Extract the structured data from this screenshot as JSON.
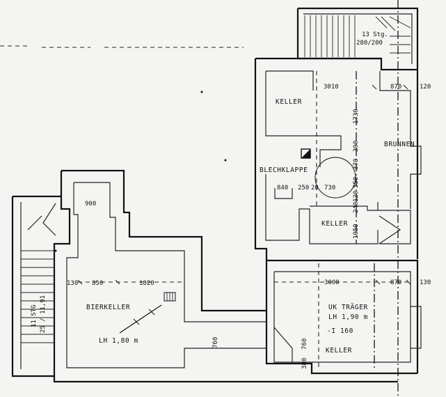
{
  "labels": {
    "keller_top": "KELLER",
    "brunnen": "BRUNNEN",
    "blechklappe": "BLECHKLAPPE",
    "keller_mid": "KELLER",
    "bierkeller": "BIERKELLER",
    "lh_bier": "LH   1,80 m",
    "uk_trager": "UK TRÄGER",
    "lh_trager": "LH  1,90 m",
    "i160": "-I 160",
    "keller_bottom": "KELLER",
    "stairs_top": "13 Stg.",
    "stairs_top_size": "280/200",
    "stairs_left": "11 STG",
    "stairs_left_size": "25 / 11,91"
  },
  "dims": {
    "d3010": "3010",
    "d870_top": "870",
    "d120": "120",
    "d1730": "1730",
    "d390": "390",
    "d370": "370",
    "d550": "550",
    "d840": "840",
    "d250": "250",
    "d20": "20",
    "d730": "730",
    "d120b": "120",
    "d240": "240",
    "d1050": "1050",
    "d900": "900",
    "d130": "130",
    "d850": "850",
    "d1820": "1820",
    "d3000": "3000",
    "d870_bottom": "870",
    "d130b": "130",
    "d760_left": "760",
    "d760_right": "760",
    "d380": "380"
  }
}
